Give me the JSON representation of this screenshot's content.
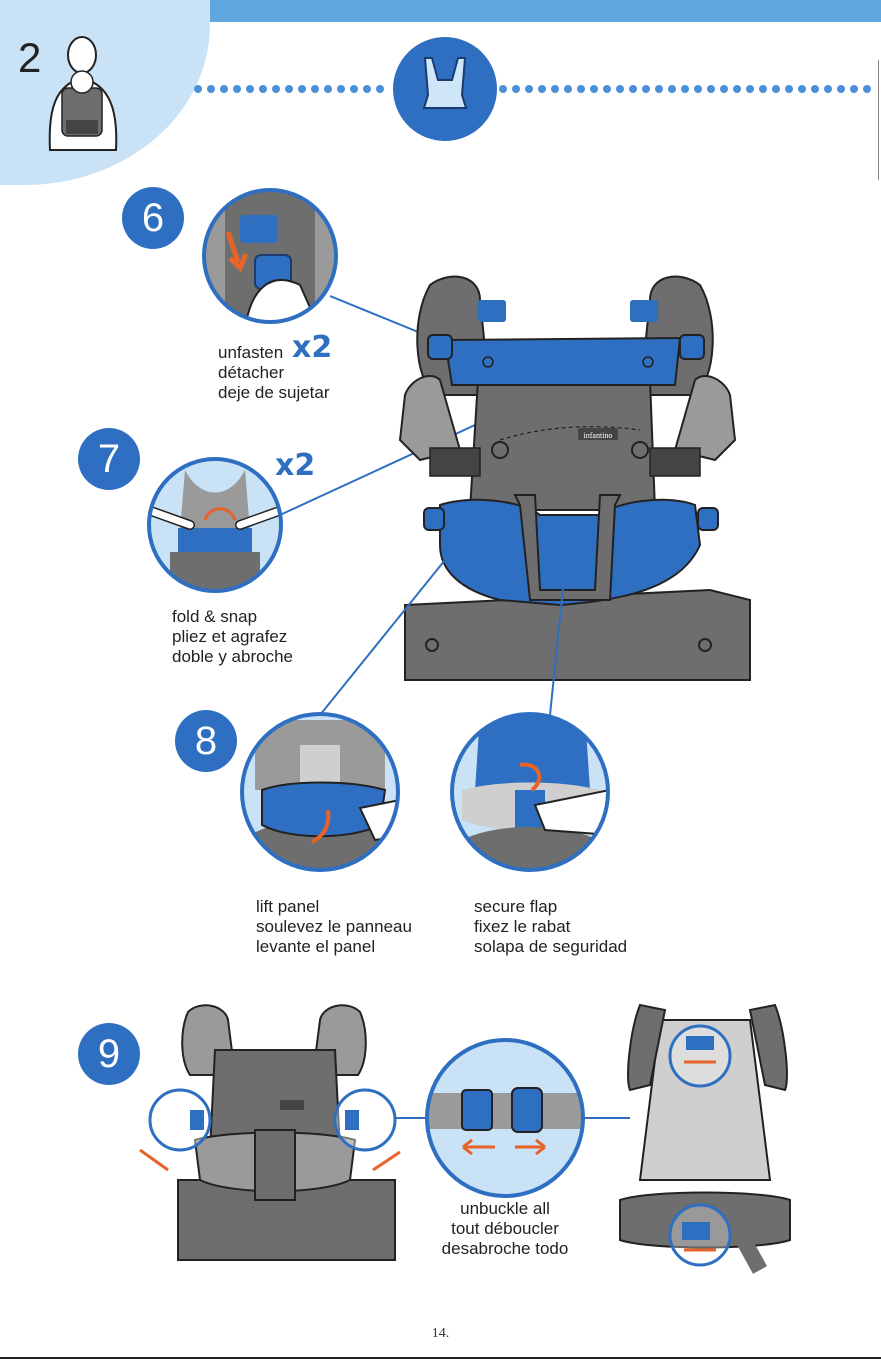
{
  "header": {
    "section_number": "2",
    "accent_color": "#2e6fc2",
    "light_blue": "#c9e2f5",
    "orange": "#e8632a"
  },
  "steps": [
    {
      "number": "6",
      "multiplier": "x2",
      "labels": [
        "unfasten",
        "détacher",
        "deje de sujetar"
      ]
    },
    {
      "number": "7",
      "multiplier": "x2",
      "labels": [
        "fold & snap",
        "pliez et agrafez",
        "doble y abroche"
      ]
    },
    {
      "number": "8",
      "left_labels": [
        "lift panel",
        "soulevez le panneau",
        "levante el panel"
      ],
      "right_labels": [
        "secure flap",
        "fixez le rabat",
        "solapa de seguridad"
      ]
    },
    {
      "number": "9",
      "labels": [
        "unbuckle all",
        "tout déboucler",
        "desabroche todo"
      ]
    }
  ],
  "brand": {
    "logo_text": "infantino"
  },
  "icons": [
    "parent-carrying-baby-icon",
    "carrier-outline-icon",
    "curved-arrow-icon",
    "double-arrow-icon"
  ],
  "footer": {
    "page_number": "14."
  }
}
